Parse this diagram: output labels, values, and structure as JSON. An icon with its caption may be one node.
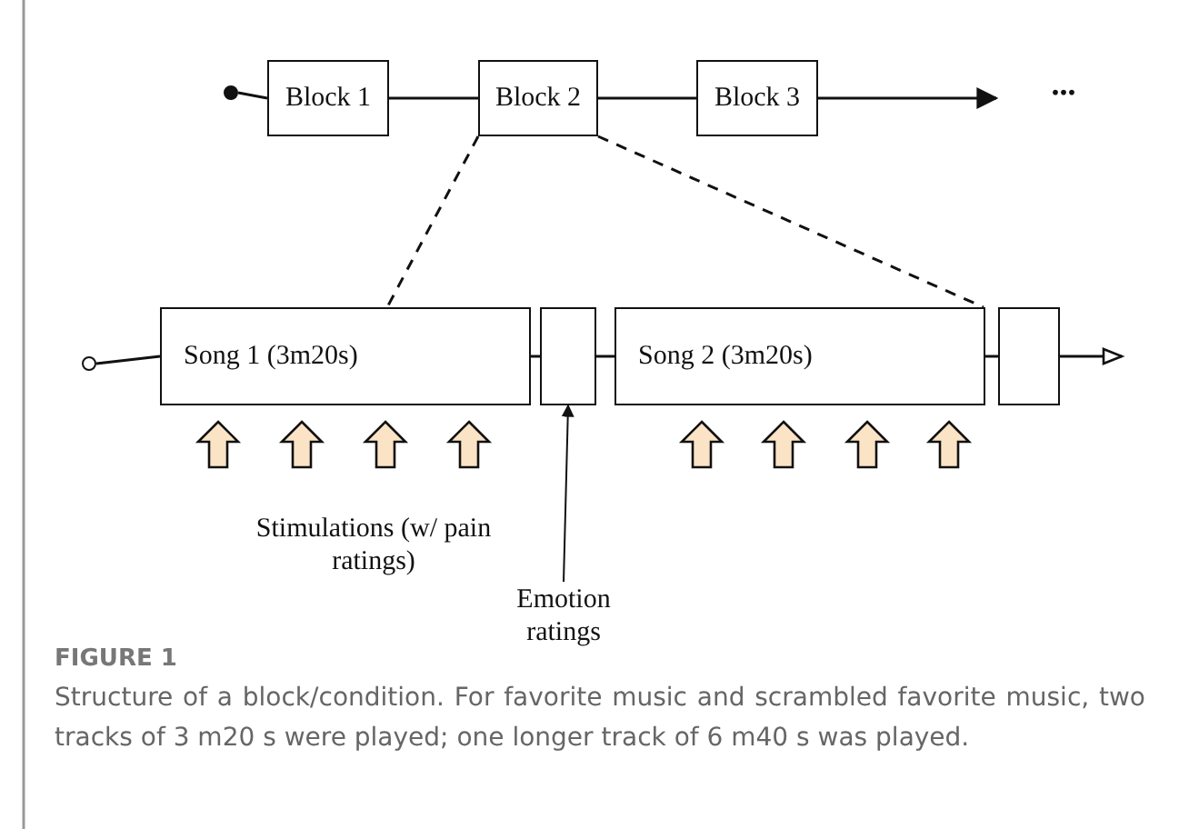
{
  "diagram": {
    "caption": "Structure of a block/condition. For favorite music and scrambled favorite music, two tracks of 3 m20 s were played; one longer track of 6 m40 s was played.",
    "nodes": [
      {
        "text": [],
        "shape": "circle"
      },
      {
        "text": [
          "Block 1"
        ]
      },
      {
        "text": [
          "Block 2"
        ]
      },
      {
        "text": [
          "Block 3"
        ]
      },
      {
        "text": [],
        "shape": "circle"
      },
      {
        "text": [
          "Song 1 (3m20s)"
        ]
      },
      {
        "text": [],
        "shape": "box"
      },
      {
        "text": [
          "Song 2 (3m20s)"
        ]
      },
      {
        "text": [],
        "shape": "box"
      },
      {
        "text": [
          "Emotion ratings"
        ]
      }
    ],
    "edges": [
      {
        "from": 0,
        "to": 1,
        "arrow": "none"
      },
      {
        "from": 1,
        "to": 2,
        "arrow": "none"
      },
      {
        "from": 2,
        "to": 3,
        "arrow": "none"
      },
      {
        "from": 3,
        "to": null,
        "arrow": "to"
      },
      {
        "from": 2,
        "to": 5,
        "arrow": "none",
        "style": "dashed"
      },
      {
        "from": 2,
        "to": 7,
        "arrow": "none",
        "style": "dashed"
      },
      {
        "from": 4,
        "to": 5,
        "arrow": "none"
      },
      {
        "from": 5,
        "to": 6,
        "arrow": "none"
      },
      {
        "from": 6,
        "to": 7,
        "arrow": "none"
      },
      {
        "from": 7,
        "to": 8,
        "arrow": "none"
      },
      {
        "from": 8,
        "to": null,
        "arrow": "to"
      },
      {
        "from": 9,
        "to": 6,
        "arrow": "to"
      }
    ],
    "labels": [
      "...",
      "Stimulations (w/ pain ratings)",
      "FIGURE 1"
    ]
  }
}
